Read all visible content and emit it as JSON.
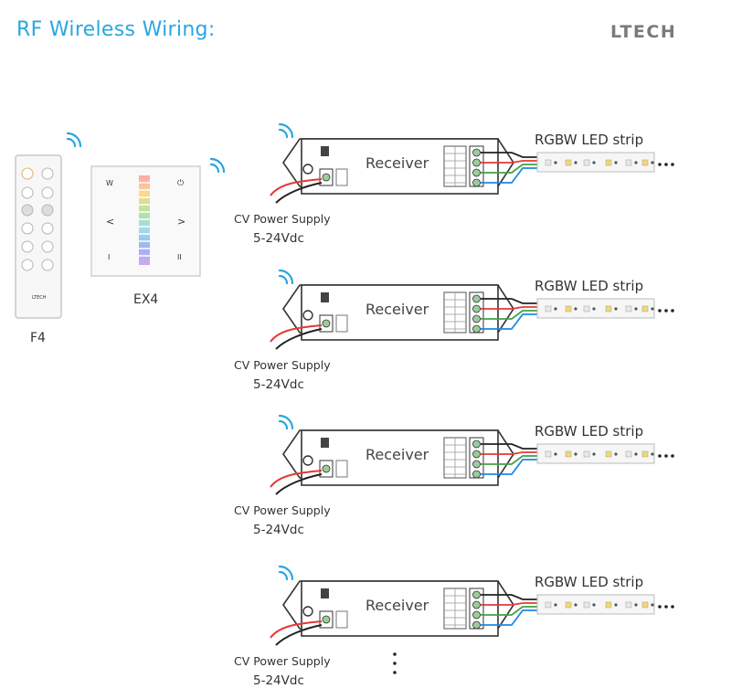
{
  "title": "RF Wireless Wiring:",
  "brand": "LTECH",
  "remote": {
    "label": "F4",
    "brand_text": "LTECH"
  },
  "panel": {
    "label": "EX4",
    "top_left": "W",
    "top_right": "⏻",
    "mid_left": "<",
    "mid_right": ">",
    "bottom_left": "I",
    "bottom_right": "II"
  },
  "rows": [
    {
      "receiver": "Receiver",
      "strip": "RGBW LED strip",
      "supply": "CV Power Supply",
      "voltage": "5-24Vdc"
    },
    {
      "receiver": "Receiver",
      "strip": "RGBW LED strip",
      "supply": "CV Power Supply",
      "voltage": "5-24Vdc"
    },
    {
      "receiver": "Receiver",
      "strip": "RGBW LED strip",
      "supply": "CV Power Supply",
      "voltage": "5-24Vdc"
    },
    {
      "receiver": "Receiver",
      "strip": "RGBW LED strip",
      "supply": "CV Power Supply",
      "voltage": "5-24Vdc"
    }
  ],
  "colors": {
    "title": "#2aa6e0",
    "wifi": "#2aa6e0",
    "wire_r": "#e53935",
    "wire_g": "#43a047",
    "wire_b": "#1e88e5",
    "wire_k": "#222222"
  }
}
